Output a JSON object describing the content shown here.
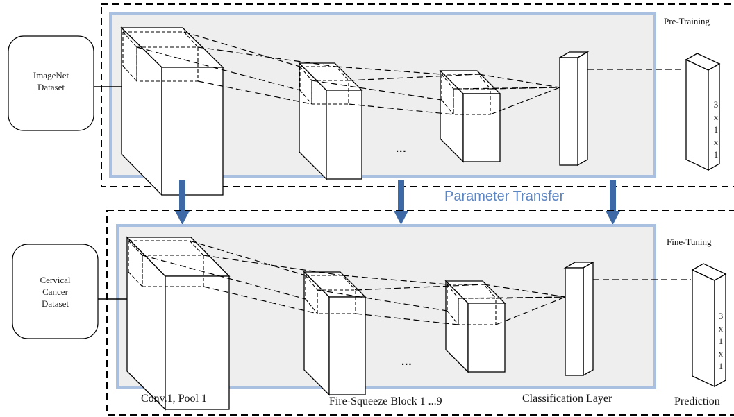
{
  "colors": {
    "panel_fill": "#eeeeee",
    "panel_border": "#a9c0e0",
    "transfer_arrow": "#3d6aa6",
    "transfer_text": "#5b85c3",
    "line": "#000000"
  },
  "top": {
    "section_label": "Pre-Training",
    "source_box": "ImageNet\nDataset",
    "output_vector": [
      "3",
      "x",
      "1",
      "x",
      "1"
    ],
    "ellipsis": "..."
  },
  "bottom": {
    "section_label": "Fine-Tuning",
    "source_box": "Cervical\nCancer\nDataset",
    "output_vector": [
      "3",
      "x",
      "1",
      "x",
      "1"
    ],
    "ellipsis": "..."
  },
  "transfer_label": "Parameter Transfer",
  "captions": {
    "conv": "Conv.1, Pool 1",
    "fire": "Fire-Squeeze Block 1 ...9",
    "classification": "Classification Layer",
    "prediction": "Prediction"
  }
}
